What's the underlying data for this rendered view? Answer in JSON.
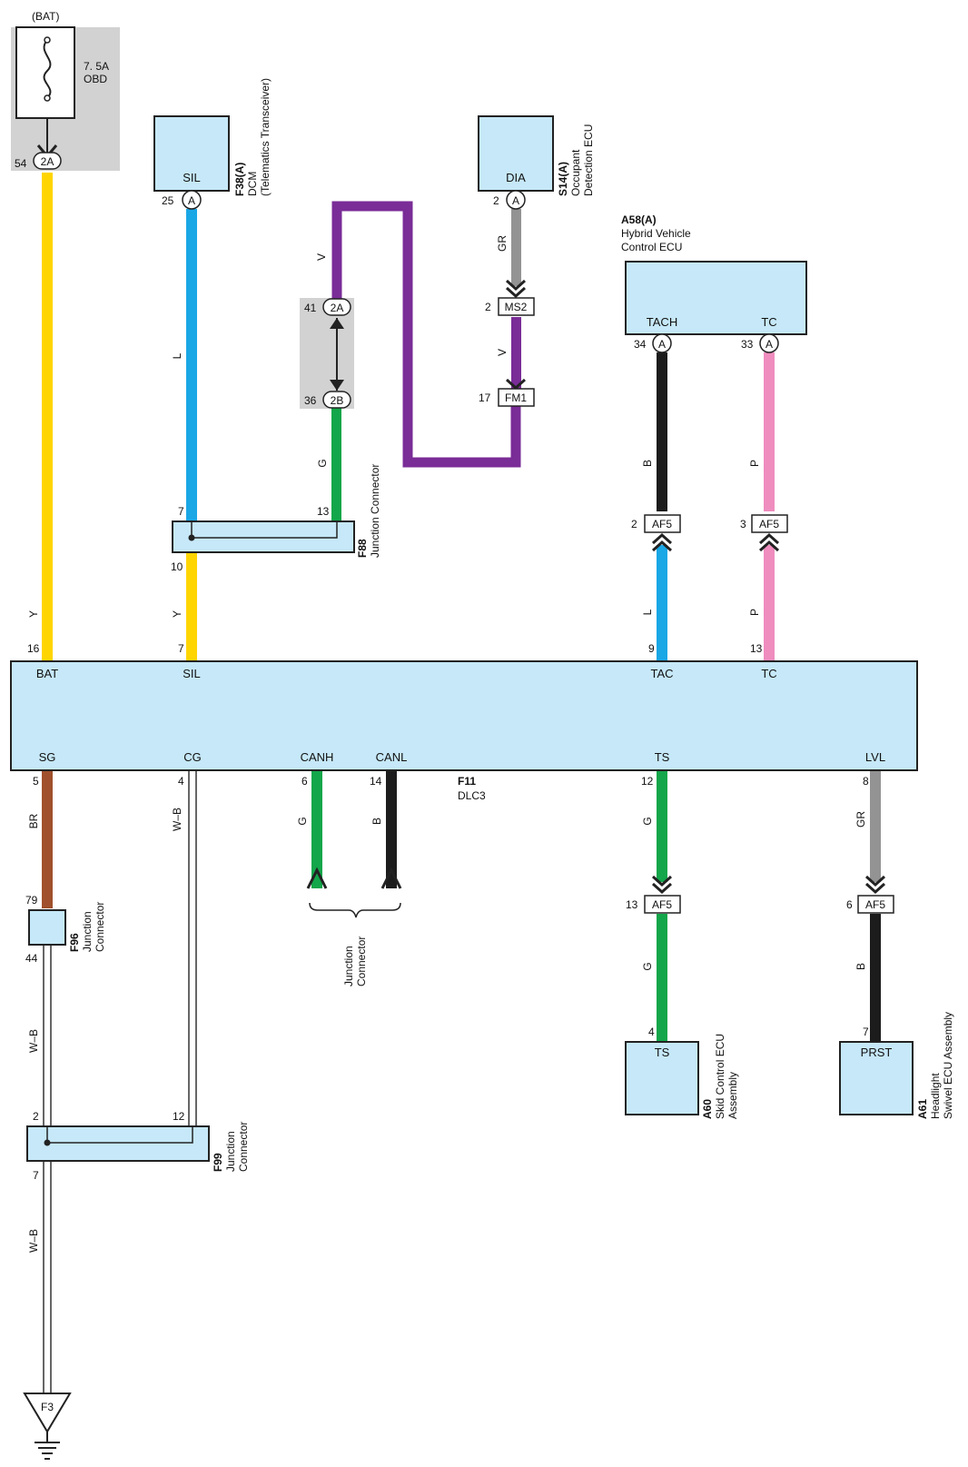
{
  "colors": {
    "box_fill": "#c6e8f8",
    "shade": "#d2d2d2",
    "Y": "#ffd500",
    "L": "#1aa7e6",
    "V": "#7a2c97",
    "G": "#13a64a",
    "GR": "#939393",
    "B": "#1c1c1c",
    "P": "#ef8dbe",
    "BR": "#a0502c"
  },
  "fuse": {
    "supply": "(BAT)",
    "rating": "7. 5A",
    "name": "OBD",
    "pin": "54",
    "connector": "2A"
  },
  "dcm": {
    "ref": "F38(A)",
    "name": "DCM",
    "name2": "(Telematics Transceiver)",
    "terminal": "SIL",
    "pin": "25",
    "connector": "A"
  },
  "occupant": {
    "ref": "S14(A)",
    "name": "Occupant",
    "name2": "Detection ECU",
    "terminal": "DIA",
    "pin": "2",
    "connector": "A"
  },
  "hv_ecu": {
    "ref": "A58(A)",
    "name": "Hybrid Vehicle",
    "name2": "Control ECU",
    "term1": "TACH",
    "term2": "TC",
    "pin1": "34",
    "pin2": "33",
    "connector": "A"
  },
  "ms2": {
    "pin": "2",
    "name": "MS2"
  },
  "fm1": {
    "pin": "17",
    "name": "FM1"
  },
  "jc2a": {
    "pin": "41",
    "name": "2A"
  },
  "jc2b": {
    "pin": "36",
    "name": "2B"
  },
  "f88": {
    "ref": "F88",
    "name": "Junction Connector",
    "pin_left_top": "7",
    "pin_right_top": "13",
    "pin_left_bottom": "10"
  },
  "af5": {
    "name": "AF5",
    "pin_tach": "2",
    "pin_tc": "3",
    "pin_ts": "13",
    "pin_lvl": "6"
  },
  "dlc3": {
    "ref": "F11",
    "name": "DLC3",
    "top_terms": [
      "BAT",
      "SIL",
      "TAC",
      "TC"
    ],
    "top_pins": [
      "16",
      "7",
      "9",
      "13"
    ],
    "bottom_terms": [
      "SG",
      "CG",
      "CANH",
      "CANL",
      "TS",
      "LVL"
    ],
    "bottom_pins": [
      "5",
      "4",
      "6",
      "14",
      "12",
      "8"
    ]
  },
  "wires": {
    "bat": "Y",
    "dcm_upper": "L",
    "dcm_lower": "Y",
    "v_upper": "V",
    "g_f88": "G",
    "gr_occ": "GR",
    "v_ms2": "V",
    "tach_upper": "B",
    "tach_lower": "L",
    "tc_upper": "P",
    "tc_lower": "P",
    "sg": "BR",
    "cg": "W–B",
    "canh": "G",
    "canl": "B",
    "ts_upper": "G",
    "ts_lower": "G",
    "lvl_upper": "GR",
    "lvl_lower": "B",
    "f96_lower": "W–B",
    "f99_lower": "W–B"
  },
  "can_jc": {
    "name": "Junction",
    "name2": "Connector"
  },
  "f96": {
    "ref": "F96",
    "name": "Junction",
    "name2": "Connector",
    "pin_top": "79",
    "pin_bottom": "44"
  },
  "f99": {
    "ref": "F99",
    "name": "Junction",
    "name2": "Connector",
    "pin_left": "2",
    "pin_right": "12",
    "pin_bottom": "7"
  },
  "skid": {
    "ref": "A60",
    "name": "Skid Control ECU",
    "name2": "Assembly",
    "terminal": "TS",
    "pin": "4"
  },
  "headlight": {
    "ref": "A61",
    "name": "Headlight",
    "name2": "Swivel ECU Assembly",
    "terminal": "PRST",
    "pin": "7"
  },
  "ground": {
    "name": "F3"
  }
}
